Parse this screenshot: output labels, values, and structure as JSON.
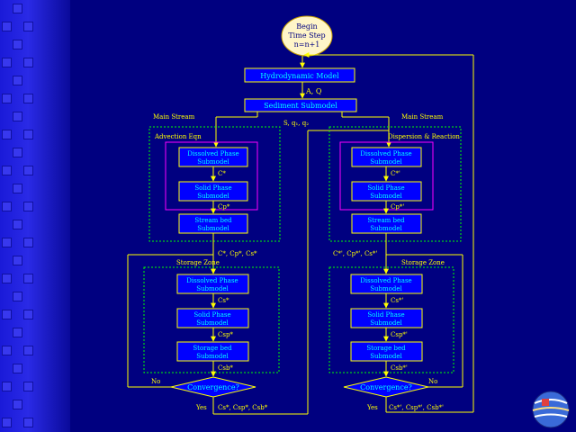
{
  "colors": {
    "background": "#000080",
    "box_fill": "#0000ff",
    "box_stroke": "#ffff00",
    "box_text": "#00ffff",
    "label_text": "#ffff00",
    "arrow": "#ffff00",
    "dashed_group": "#00ff00",
    "magenta_group": "#ff00ff",
    "start_fill": "#fff5c8"
  },
  "start": {
    "line1": "Begin",
    "line2": "Time Step",
    "line3": "n=n+1"
  },
  "top": {
    "hydro": "Hydrodynamic Model",
    "hydro_out": "A, Q",
    "sediment": "Sediment Submodel",
    "sediment_out": "S, q₁, q₂"
  },
  "left": {
    "main_stream": "Main Stream",
    "advection": "Advection Eqn",
    "dissolved1": "Dissolved Phase",
    "dissolved2": "Submodel",
    "c_star": "C*",
    "solid1": "Solid Phase",
    "solid2": "Submodel",
    "cp_star": "Cp*",
    "streambed1": "Stream bed",
    "streambed2": "Submodel",
    "mid_label": "C*, Cp*, Cs*",
    "storage_zone": "Storage Zone",
    "sz_dissolved1": "Dissolved Phase",
    "sz_dissolved2": "Submodel",
    "sz_c": "Cs*",
    "sz_solid1": "Solid Phase",
    "sz_solid2": "Submodel",
    "sz_cp": "Csp*",
    "sz_bed1": "Storage bed",
    "sz_bed2": "Submodel",
    "sz_cb": "Csb*",
    "convergence": "Convergence?",
    "no": "No",
    "yes": "Yes",
    "bottom": "Cs*, Csp*, Csb*"
  },
  "right": {
    "main_stream": "Main Stream",
    "dispersion": "Dispersion & Reaction",
    "dissolved1": "Dissolved Phase",
    "dissolved2": "Submodel",
    "c_star": "C*'",
    "solid1": "Solid Phase",
    "solid2": "Submodel",
    "cp_star": "Cp*'",
    "streambed1": "Stream bed",
    "streambed2": "Submodel",
    "mid_label": "C*', Cp*', Cs*'",
    "storage_zone": "Storage Zone",
    "sz_dissolved1": "Dissolved Phase",
    "sz_dissolved2": "Submodel",
    "sz_c": "Cs*'",
    "sz_solid1": "Solid Phase",
    "sz_solid2": "Submodel",
    "sz_cp": "Csp*'",
    "sz_bed1": "Storage bed",
    "sz_bed2": "Submodel",
    "sz_cb": "Csb*'",
    "convergence": "Convergence?",
    "no": "No",
    "yes": "Yes",
    "bottom": "Cs*', Csp*', Csb*'"
  }
}
